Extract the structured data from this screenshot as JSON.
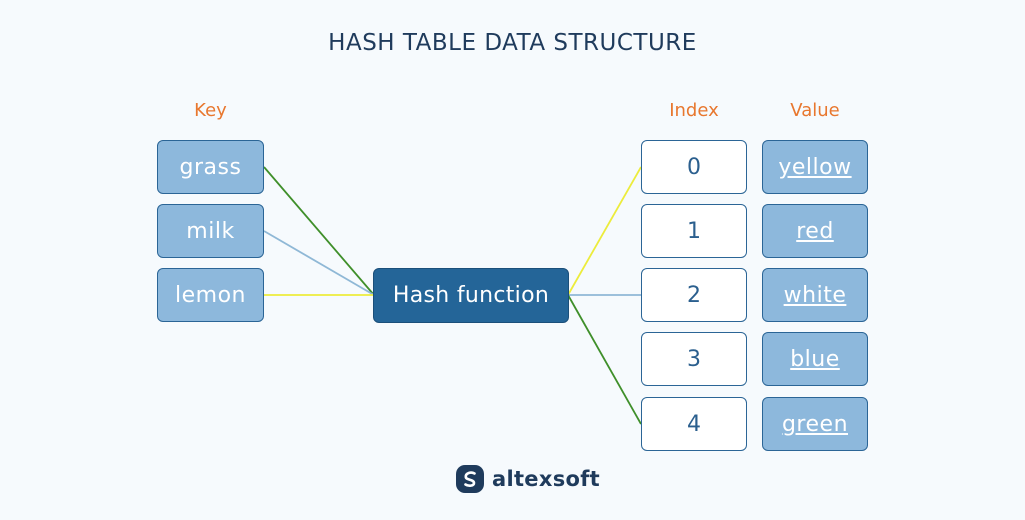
{
  "title": "HASH TABLE DATA STRUCTURE",
  "labels": {
    "key": "Key",
    "index": "Index",
    "value": "Value"
  },
  "keys": [
    "grass",
    "milk",
    "lemon"
  ],
  "hash_function": "Hash function",
  "indices": [
    "0",
    "1",
    "2",
    "3",
    "4"
  ],
  "values": [
    "yellow",
    "red",
    "white",
    "blue",
    "green"
  ],
  "connections": {
    "keys_to_hash": [
      {
        "from": "grass",
        "color": "#3f8f2a"
      },
      {
        "from": "milk",
        "color": "#8fb8d6"
      },
      {
        "from": "lemon",
        "color": "#ecec3c"
      }
    ],
    "hash_to_indices": [
      {
        "to": "0",
        "color": "#ecec3c"
      },
      {
        "to": "2",
        "color": "#8fb8d6"
      },
      {
        "to": "4",
        "color": "#3f8f2a"
      }
    ]
  },
  "colors": {
    "key_fill": "#8db8dc",
    "border": "#2b6596",
    "hash_fill": "#246598",
    "label": "#e8772e",
    "title": "#1f3b5c"
  },
  "brand": {
    "name": "altexsoft",
    "icon": "altexsoft-logo-icon"
  }
}
